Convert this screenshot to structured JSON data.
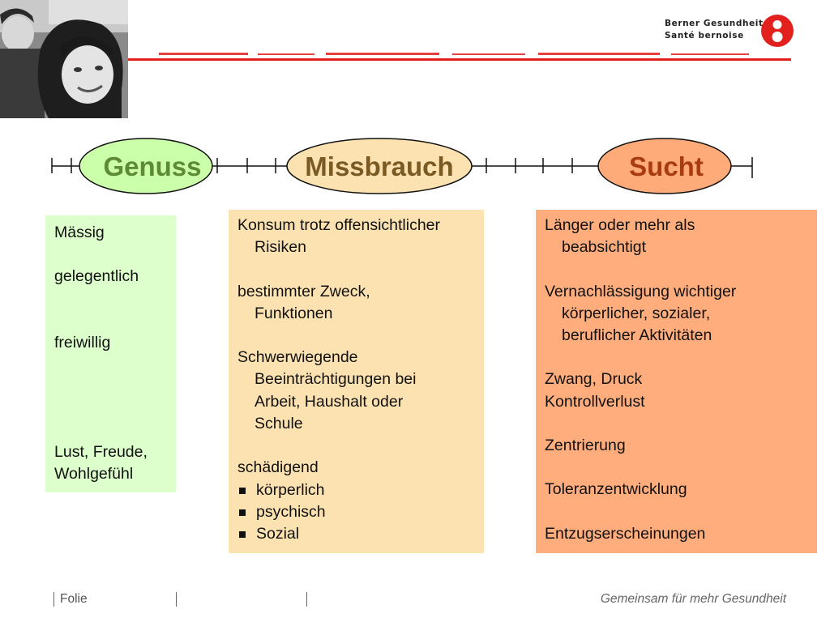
{
  "header": {
    "logo_line1": "Berner Gesundheit",
    "logo_line2": "Santé bernoise",
    "accent_color": "#e2201d"
  },
  "scale": {
    "genuss": "Genuss",
    "missbrauch": "Missbrauch",
    "sucht": "Sucht",
    "colors": {
      "genuss": "#ccffaa",
      "missbrauch": "#fde2b1",
      "sucht": "#ffab79"
    }
  },
  "genuss": {
    "items": [
      "Mässig",
      "gelegentlich",
      "freiwillig",
      "Lust, Freude,",
      "Wohlgefühl"
    ]
  },
  "missbrauch": {
    "item1_l1": "Konsum trotz offensichtlicher",
    "item1_l2": "Risiken",
    "item2_l1": "bestimmter Zweck,",
    "item2_l2": "Funktionen",
    "item3_l1": "Schwerwiegende",
    "item3_l2": "Beeinträchtigungen bei",
    "item3_l3": "Arbeit, Haushalt oder",
    "item3_l4": "Schule",
    "item4": "schädigend",
    "bullets": [
      "körperlich",
      "psychisch",
      "Sozial"
    ]
  },
  "sucht": {
    "item1_l1": "Länger oder mehr als",
    "item1_l2": "beabsichtigt",
    "item2_l1": "Vernachlässigung wichtiger",
    "item2_l2": "körperlicher, sozialer,",
    "item2_l3": "beruflicher Aktivitäten",
    "item3": "Zwang, Druck",
    "item4": "Kontrollverlust",
    "item5": "Zentrierung",
    "item6": "Toleranzentwicklung",
    "item7": "Entzugserscheinungen"
  },
  "footer": {
    "folie": "Folie",
    "slogan": "Gemeinsam für mehr Gesundheit"
  }
}
